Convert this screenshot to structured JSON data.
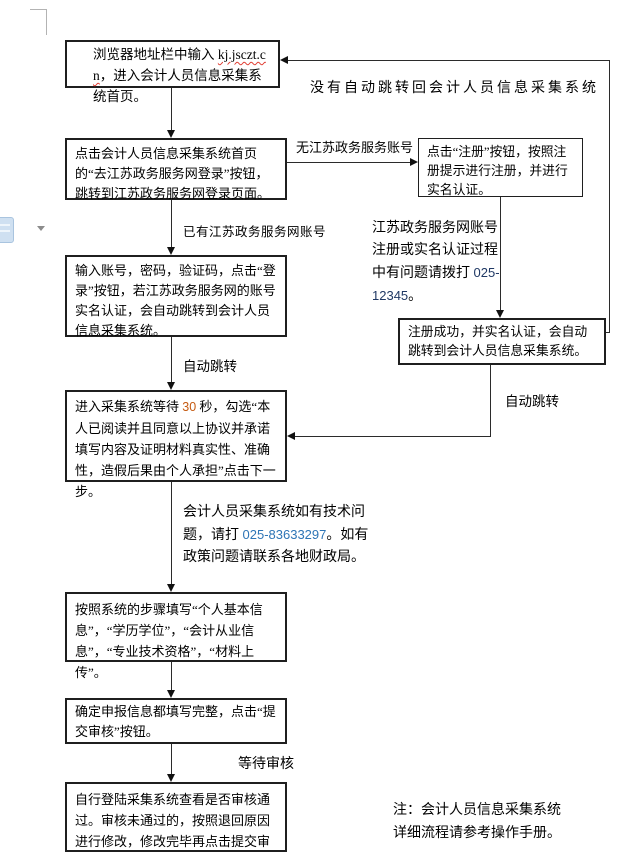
{
  "page": {
    "background": "#ffffff",
    "line_color": "#2b2b2b"
  },
  "colors": {
    "link_squiggle": "#e03c31",
    "number_orange": "#c55a11",
    "phone_blue": "#2e75b6",
    "phone_navy": "#1f3864"
  },
  "flow": {
    "box1": {
      "pre": "浏览器地址栏中输入 ",
      "link": "kj.jsczt.cn",
      "post": "，进入会计人员信息采集系统首页。"
    },
    "box2": {
      "text": "点击会计人员信息采集系统首页的“去江苏政务服务网登录”按钮，跳转到江苏政务服务网登录页面。"
    },
    "box3": {
      "text": "输入账号，密码，验证码，点击“登录”按钮，若江苏政务服务网的账号实名认证，会自动跳转到会计人员信息采集系统。"
    },
    "box4": {
      "pre": "进入采集系统等待 ",
      "num": "30",
      "post": " 秒，勾选“本人已阅读并且同意以上协议并承诺填写内容及证明材料真实性、准确性，造假后果由个人承担”点击下一步。"
    },
    "box5": {
      "text": "按照系统的步骤填写“个人基本信息”，“学历学位”，“会计从业信息”，“专业技术资格”，“材料上传”。"
    },
    "box6": {
      "text": "确定申报信息都填写完整，点击“提交审核”按钮。"
    },
    "box7": {
      "text": "自行登陆采集系统查看是否审核通过。审核未通过的，按照退回原因进行修改，修改完毕再点击提交审核。"
    },
    "register_box": {
      "text": "点击“注册”按钮，按照注册提示进行注册，并进行实名认证。"
    },
    "register_done_box": {
      "text": "注册成功，并实名认证，会自动跳转到会计人员信息采集系统。"
    }
  },
  "labels": {
    "no_jump_back": "没有自动跳转回会计人员信息采集系统",
    "no_account": "无江苏政务服务账号",
    "has_account": "已有江苏政务服务网账号",
    "auto_jump_left": "自动跳转",
    "auto_jump_right": "自动跳转",
    "wait_review": "等待审核"
  },
  "notes": {
    "account_hotline": {
      "pre": "江苏政务服务网账号注册或实名认证过程中有问题请拨打 ",
      "phone": "025-12345",
      "post": "。"
    },
    "tech_support": {
      "pre": "会计人员采集系统如有技术问题，请打 ",
      "phone": "025-83633297",
      "post": "。如有政策问题请联系各地财政局。"
    },
    "footnote_line1": "注：会计人员信息采集系统",
    "footnote_line2": "详细流程请参考操作手册。"
  }
}
